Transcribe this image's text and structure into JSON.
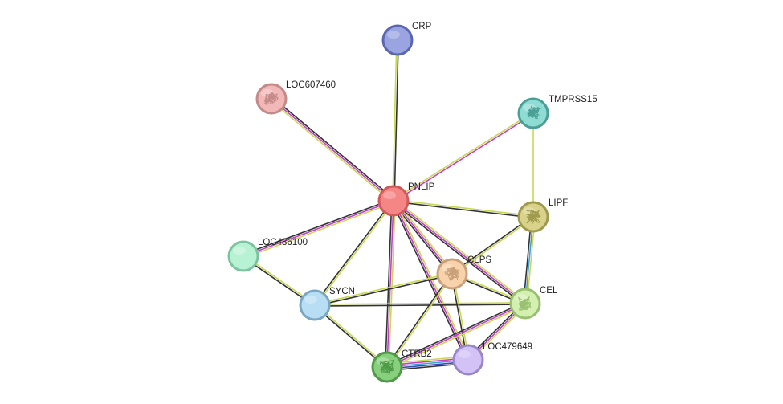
{
  "network": {
    "nodes": [
      {
        "id": "CRP",
        "label": "CRP",
        "fill": "#9aa4e0",
        "stroke": "#5a66b0",
        "glyph": null
      },
      {
        "id": "LOC607460",
        "label": "LOC607460",
        "fill": "#f2b8b8",
        "stroke": "#c48a8a",
        "glyph": "protein-structure-icon"
      },
      {
        "id": "TMPRSS15",
        "label": "TMPRSS15",
        "fill": "#8fdcd4",
        "stroke": "#4a9e96",
        "glyph": "protein-structure-icon"
      },
      {
        "id": "PNLIP",
        "label": "PNLIP",
        "fill": "#f48686",
        "stroke": "#d05a5a",
        "glyph": null
      },
      {
        "id": "LIPF",
        "label": "LIPF",
        "fill": "#d9d28a",
        "stroke": "#a09a4e",
        "glyph": "protein-structure-icon"
      },
      {
        "id": "LOC486100",
        "label": "LOC486100",
        "fill": "#b8f2d4",
        "stroke": "#7cc4a0",
        "glyph": null
      },
      {
        "id": "CLPS",
        "label": "CLPS",
        "fill": "#f8d2aa",
        "stroke": "#c9a07a",
        "glyph": "protein-structure-icon"
      },
      {
        "id": "SYCN",
        "label": "SYCN",
        "fill": "#b8def4",
        "stroke": "#7aa8c4",
        "glyph": null
      },
      {
        "id": "CEL",
        "label": "CEL",
        "fill": "#d4f0b0",
        "stroke": "#98c070",
        "glyph": "protein-structure-icon"
      },
      {
        "id": "CTRB2",
        "label": "CTRB2",
        "fill": "#88d07e",
        "stroke": "#4e9a46",
        "glyph": "protein-structure-icon"
      },
      {
        "id": "LOC479649",
        "label": "LOC479649",
        "fill": "#d2c2f6",
        "stroke": "#9a86c8",
        "glyph": null
      }
    ],
    "edges": [
      {
        "a": "PNLIP",
        "b": "CRP",
        "colors": [
          "#c8d850",
          "#333333"
        ]
      },
      {
        "a": "PNLIP",
        "b": "LOC607460",
        "colors": [
          "#c8d850",
          "#c040c8",
          "#333333"
        ]
      },
      {
        "a": "PNLIP",
        "b": "TMPRSS15",
        "colors": [
          "#c8d850",
          "#c040c8"
        ]
      },
      {
        "a": "PNLIP",
        "b": "LIPF",
        "colors": [
          "#c8d850",
          "#333333"
        ]
      },
      {
        "a": "PNLIP",
        "b": "LOC486100",
        "colors": [
          "#c8d850",
          "#c040c8",
          "#333333"
        ]
      },
      {
        "a": "PNLIP",
        "b": "CLPS",
        "colors": [
          "#c8d850",
          "#c040c8",
          "#333333"
        ]
      },
      {
        "a": "PNLIP",
        "b": "SYCN",
        "colors": [
          "#c8d850",
          "#333333"
        ]
      },
      {
        "a": "PNLIP",
        "b": "CEL",
        "colors": [
          "#c8d850",
          "#c040c8",
          "#333333"
        ]
      },
      {
        "a": "PNLIP",
        "b": "CTRB2",
        "colors": [
          "#c8d850",
          "#c040c8",
          "#333333"
        ]
      },
      {
        "a": "PNLIP",
        "b": "LOC479649",
        "colors": [
          "#c8d850",
          "#c040c8",
          "#333333"
        ]
      },
      {
        "a": "TMPRSS15",
        "b": "LIPF",
        "colors": [
          "#c8d850"
        ]
      },
      {
        "a": "LIPF",
        "b": "CLPS",
        "colors": [
          "#c8d850",
          "#333333"
        ]
      },
      {
        "a": "LIPF",
        "b": "CEL",
        "colors": [
          "#c8d850",
          "#40a0e0",
          "#333333"
        ]
      },
      {
        "a": "LOC486100",
        "b": "SYCN",
        "colors": [
          "#c8d850",
          "#333333"
        ]
      },
      {
        "a": "SYCN",
        "b": "CLPS",
        "colors": [
          "#c8d850",
          "#333333"
        ]
      },
      {
        "a": "SYCN",
        "b": "CEL",
        "colors": [
          "#c8d850",
          "#333333"
        ]
      },
      {
        "a": "SYCN",
        "b": "CTRB2",
        "colors": [
          "#c8d850",
          "#333333"
        ]
      },
      {
        "a": "CLPS",
        "b": "CEL",
        "colors": [
          "#c8d850",
          "#333333"
        ]
      },
      {
        "a": "CLPS",
        "b": "CTRB2",
        "colors": [
          "#c8d850",
          "#333333"
        ]
      },
      {
        "a": "CLPS",
        "b": "LOC479649",
        "colors": [
          "#c8d850",
          "#333333"
        ]
      },
      {
        "a": "CEL",
        "b": "CTRB2",
        "colors": [
          "#c8d850",
          "#c040c8",
          "#333333"
        ]
      },
      {
        "a": "CEL",
        "b": "LOC479649",
        "colors": [
          "#c8d850",
          "#c040c8",
          "#333333"
        ]
      },
      {
        "a": "CTRB2",
        "b": "LOC479649",
        "colors": [
          "#c8d850",
          "#c040c8",
          "#40a0e0",
          "#3a4ab0",
          "#333333"
        ]
      }
    ]
  }
}
